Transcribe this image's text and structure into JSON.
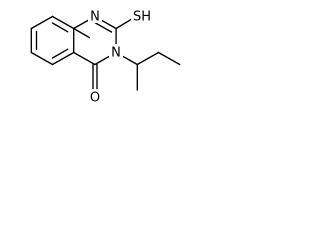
{
  "atoms": {
    "n1": "N",
    "n3": "N",
    "o": "O",
    "sh": "SH"
  }
}
